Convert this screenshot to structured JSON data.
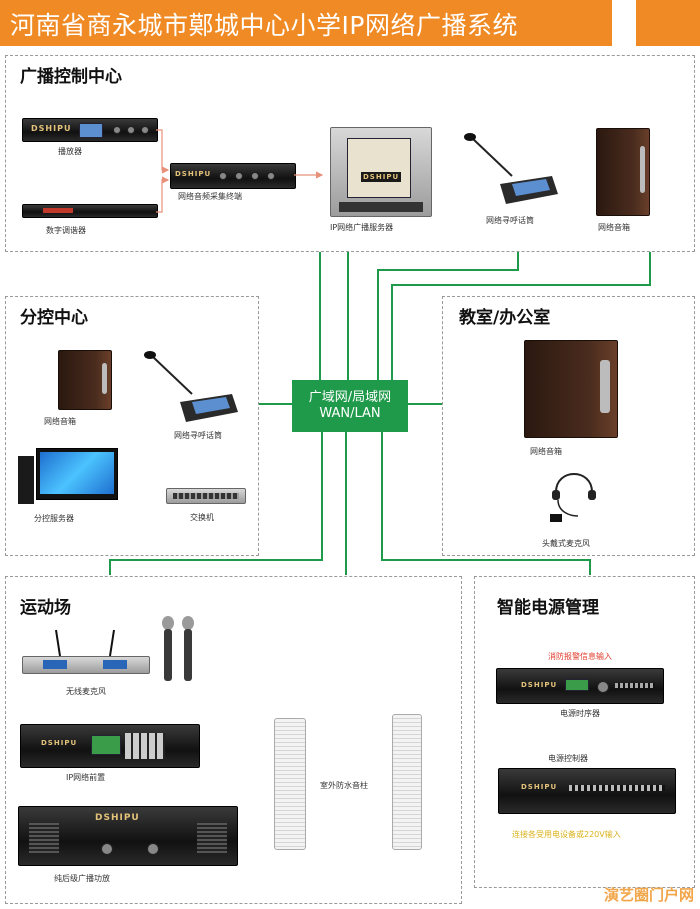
{
  "header": {
    "title": "河南省商永城市鄚城中心小学IP网络广播系统"
  },
  "colors": {
    "brand_orange": "#f08a24",
    "network_green": "#1f9a4a",
    "arrow_pink": "#e8907a",
    "arrow_blue": "#2a8fd6",
    "alarm_red": "#e03a2a"
  },
  "network": {
    "line1": "广域网/局域网",
    "line2": "WAN/LAN"
  },
  "panels": {
    "control": {
      "title": "广播控制中心",
      "labels": {
        "player": "播放器",
        "tuner": "数字调谐器",
        "collector": "网络音频采集终端",
        "server": "IP网络广播服务器",
        "paging_station": "网络寻呼话筒",
        "speaker": "网络音箱"
      }
    },
    "branch": {
      "title": "分控中心",
      "labels": {
        "speaker": "网络音箱",
        "paging_station": "网络寻呼话筒",
        "server": "分控服务器",
        "switch": "交换机"
      }
    },
    "classroom": {
      "title": "教室/办公室",
      "labels": {
        "speaker": "网络音箱",
        "headset": "头戴式麦克风"
      }
    },
    "sports": {
      "title": "运动场",
      "labels": {
        "wireless_mic": "无线麦克风",
        "ip_adapter": "IP网络前置",
        "amplifier": "纯后级广播功放",
        "outdoor_speaker": "室外防水音柱"
      }
    },
    "power": {
      "title": "智能电源管理",
      "labels": {
        "fire_alarm": "消防报警信息输入",
        "timer": "电源时序器",
        "power_controller": "电源控制器",
        "outputs": "连接各受用电设备或220V输入"
      }
    }
  },
  "brand_text": "DSHIPU",
  "watermark": "演艺圈门户网"
}
